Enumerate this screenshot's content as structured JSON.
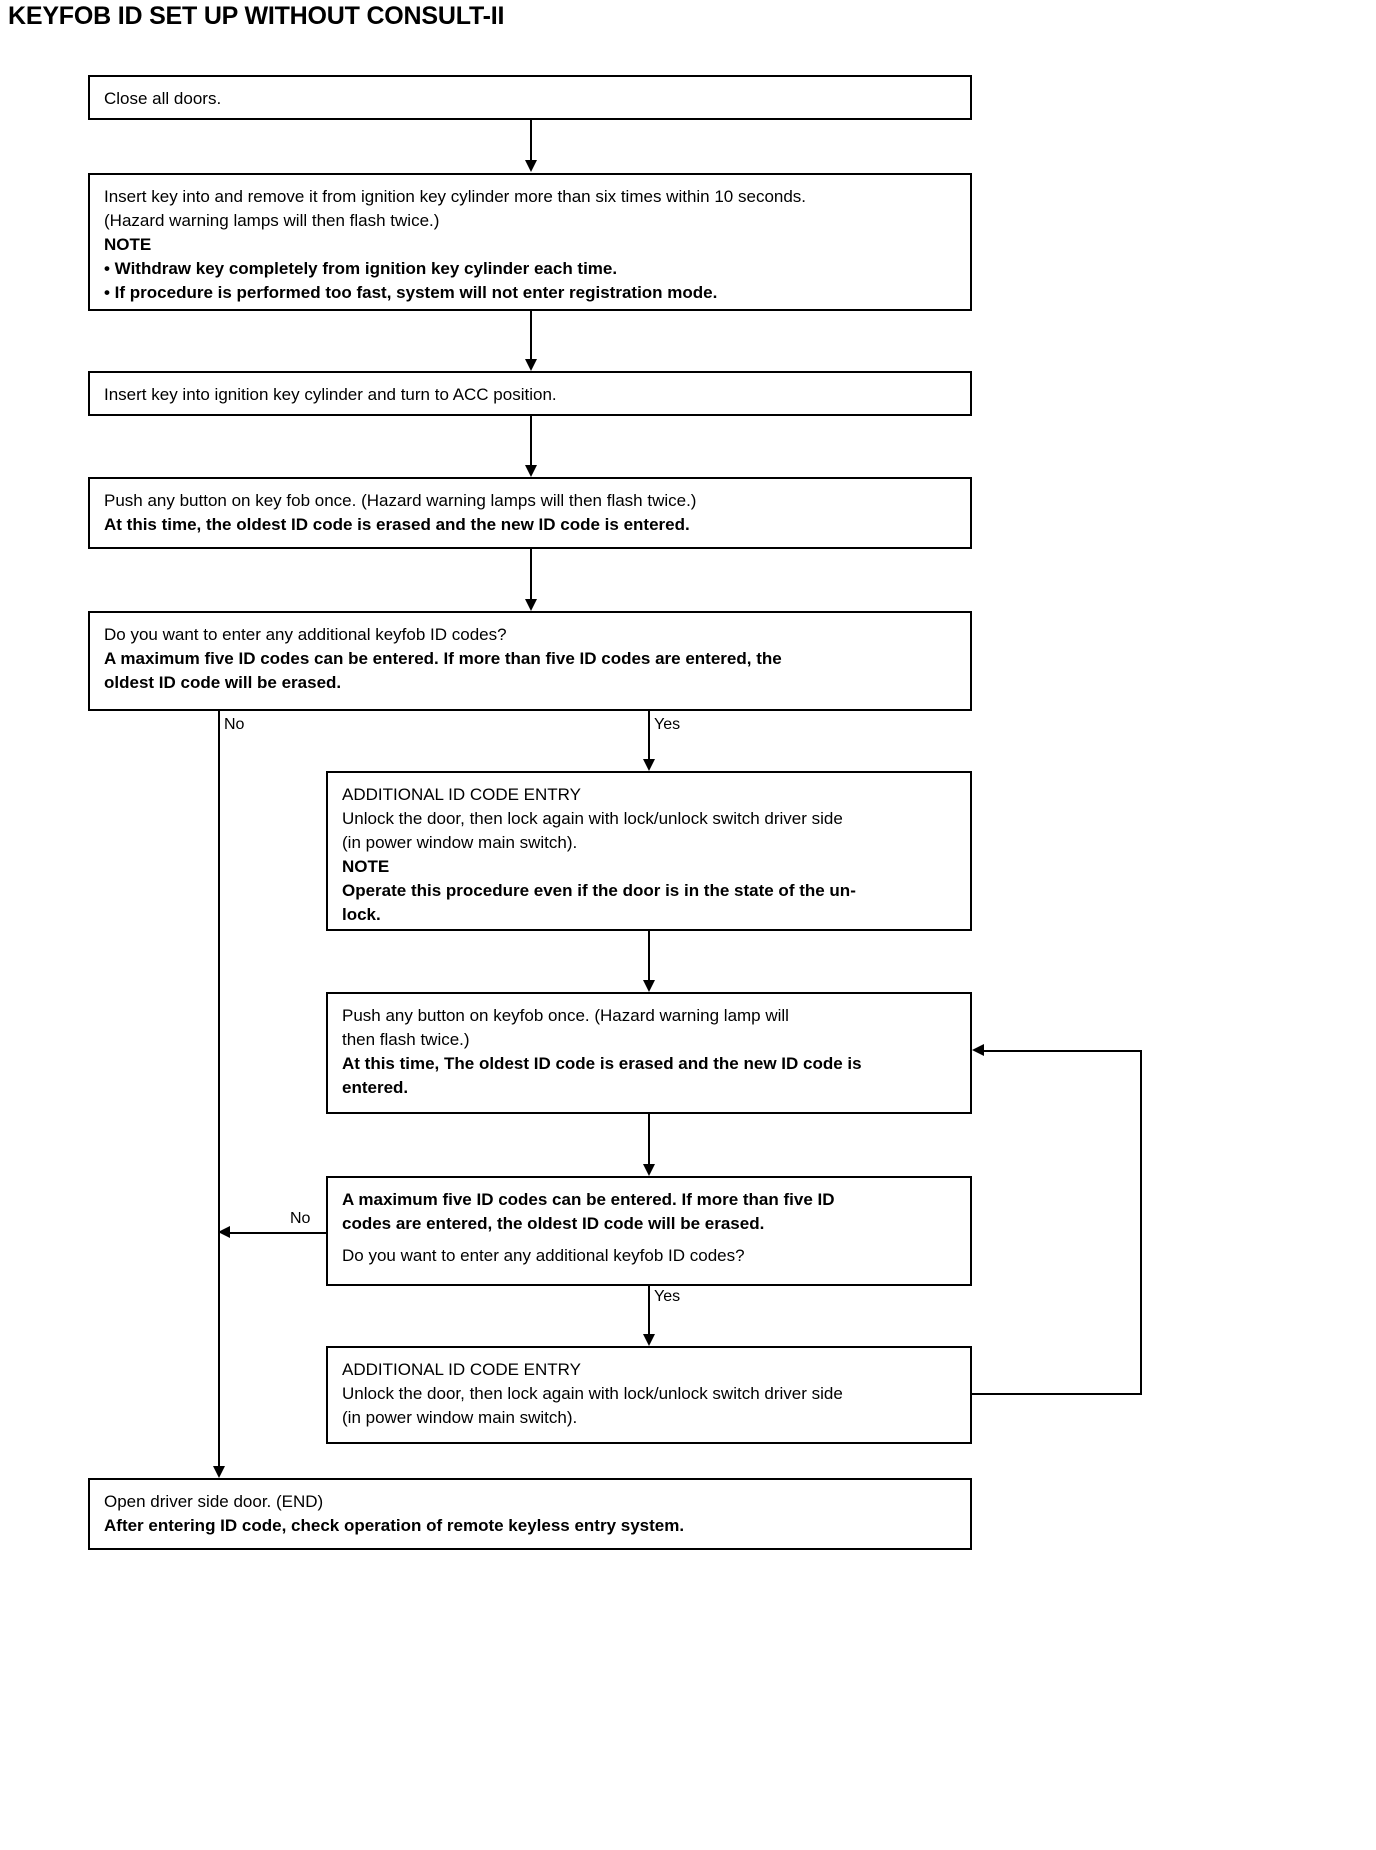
{
  "page": {
    "title": "KEYFOB ID SET UP WITHOUT CONSULT-II"
  },
  "nodes": {
    "close_doors": {
      "lines": [
        {
          "text": "Close all doors.",
          "bold": false
        }
      ]
    },
    "insert_remove_key": {
      "lines": [
        {
          "text": "Insert key into and remove it from ignition key cylinder more than six times within 10 seconds.",
          "bold": false
        },
        {
          "text": "(Hazard warning lamps will then flash twice.)",
          "bold": false
        },
        {
          "text": "NOTE",
          "bold": true
        },
        {
          "text": "• Withdraw key completely from ignition key cylinder each time.",
          "bold": true
        },
        {
          "text": "• If procedure is performed too fast, system will not enter registration mode.",
          "bold": true
        }
      ]
    },
    "turn_acc": {
      "lines": [
        {
          "text": "Insert key into ignition key cylinder and turn to ACC position.",
          "bold": false
        }
      ]
    },
    "push_button_first": {
      "lines": [
        {
          "text": "Push any button on key fob once. (Hazard warning lamps will then flash twice.)",
          "bold": false
        },
        {
          "text": "At this time, the oldest ID code is erased and the new ID code is entered.",
          "bold": true
        }
      ]
    },
    "decision_first": {
      "lines": [
        {
          "text": "Do you want to enter any additional keyfob ID codes?",
          "bold": false
        },
        {
          "text": "A  maximum five ID codes can be entered. If more than five ID codes are entered, the",
          "bold": true
        },
        {
          "text": "oldest ID code will be erased.",
          "bold": true
        }
      ]
    },
    "additional_entry_first": {
      "lines": [
        {
          "text": "ADDITIONAL ID CODE ENTRY",
          "bold": false
        },
        {
          "text": "Unlock the door, then lock again with lock/unlock switch driver side",
          "bold": false
        },
        {
          "text": "(in power window main switch).",
          "bold": false
        },
        {
          "text": "NOTE",
          "bold": true
        },
        {
          "text": "Operate this procedure even if the door is in the state of the un-",
          "bold": true
        },
        {
          "text": "lock.",
          "bold": true
        }
      ]
    },
    "push_button_second": {
      "lines": [
        {
          "text": "Push any button on keyfob once. (Hazard warning lamp will",
          "bold": false
        },
        {
          "text": "then flash twice.)",
          "bold": false
        },
        {
          "text": "At this time, The oldest ID code is erased and the new ID code is",
          "bold": true
        },
        {
          "text": "entered.",
          "bold": true
        }
      ]
    },
    "decision_second": {
      "lines": [
        {
          "text": "A  maximum five ID codes can be entered. If more than five ID",
          "bold": true
        },
        {
          "text": "codes are entered, the oldest ID code will be erased.",
          "bold": true
        },
        {
          "text": "Do you want to enter any additional keyfob ID codes?",
          "bold": false
        }
      ]
    },
    "additional_entry_second": {
      "lines": [
        {
          "text": "ADDITIONAL ID CODE ENTRY",
          "bold": false
        },
        {
          "text": "Unlock the door, then lock again with lock/unlock switch driver side",
          "bold": false
        },
        {
          "text": "(in power window main switch).",
          "bold": false
        }
      ]
    },
    "end_box": {
      "lines": [
        {
          "text": "Open driver side door. (END)",
          "bold": false
        },
        {
          "text": "After entering ID code, check operation of remote keyless entry system.",
          "bold": true
        }
      ]
    }
  },
  "branch_labels": {
    "first_no": "No",
    "first_yes": "Yes",
    "second_no": "No",
    "second_yes": "Yes"
  }
}
